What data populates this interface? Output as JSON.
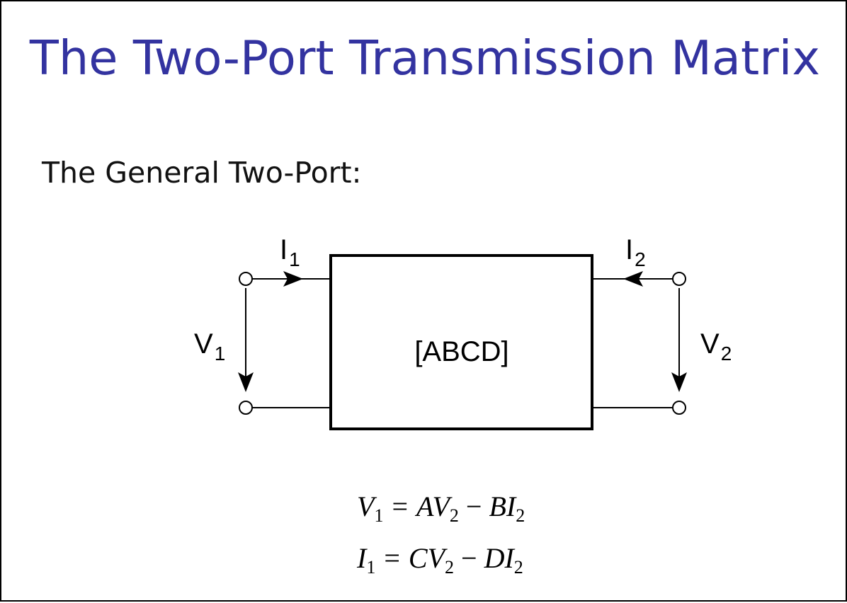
{
  "slide": {
    "title": "The Two-Port Transmission Matrix",
    "subtitle": "The General Two-Port:"
  },
  "diagram": {
    "block_label": "[ABCD]",
    "port1": {
      "current": "I",
      "current_sub": "1",
      "voltage": "V",
      "voltage_sub": "1"
    },
    "port2": {
      "current": "I",
      "current_sub": "2",
      "voltage": "V",
      "voltage_sub": "2"
    }
  },
  "equations": {
    "eq1": {
      "lhs": "V",
      "lhs_sub": "1",
      "eq": "=",
      "t1": "AV",
      "t1_sub": "2",
      "op": "−",
      "t2": "BI",
      "t2_sub": "2"
    },
    "eq2": {
      "lhs": "I",
      "lhs_sub": "1",
      "eq": "=",
      "t1": "CV",
      "t1_sub": "2",
      "op": "−",
      "t2": "DI",
      "t2_sub": "2"
    }
  },
  "colors": {
    "title": "#3333a0",
    "ink": "#000000"
  }
}
